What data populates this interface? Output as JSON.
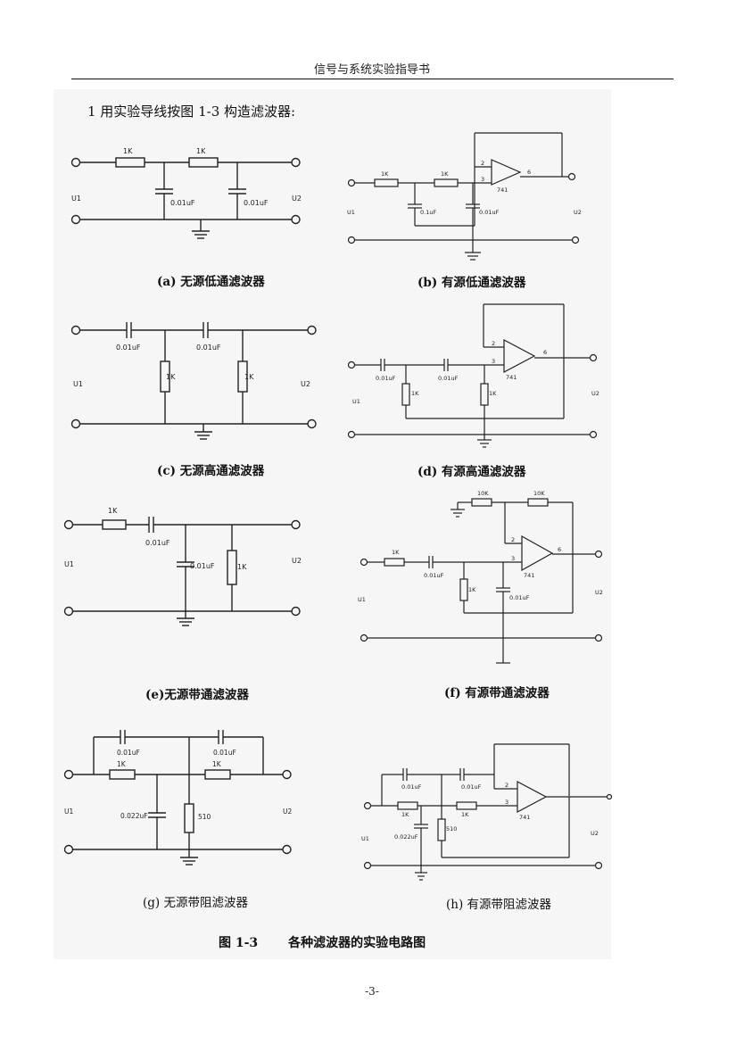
{
  "header": {
    "title": "信号与系统实验指导书"
  },
  "step": {
    "text": "1  用实验导线按图 1-3 构造滤波器:"
  },
  "circuits": {
    "a": {
      "caption": "(a) 无源低通滤波器",
      "r1": "1K",
      "r2": "1K",
      "c1": "0.01uF",
      "c2": "0.01uF",
      "in": "U1",
      "out": "U2"
    },
    "b": {
      "caption": "(b) 有源低通滤波器",
      "r1": "1K",
      "r2": "1K",
      "c1": "0.1uF",
      "c2": "0.01uF",
      "in": "U1",
      "out": "U2",
      "opamp": "741",
      "pin_minus": "2",
      "pin_plus": "3",
      "pin_out": "6"
    },
    "c": {
      "caption": "(c) 无源高通滤波器",
      "c1": "0.01uF",
      "c2": "0.01uF",
      "r1": "1K",
      "r2": "1K",
      "in": "U1",
      "out": "U2"
    },
    "d": {
      "caption": "(d) 有源高通滤波器",
      "c1": "0.01uF",
      "c2": "0.01uF",
      "r1": "1K",
      "r2": "1K",
      "in": "U1",
      "out": "U2",
      "opamp": "741",
      "pin_minus": "2",
      "pin_plus": "3",
      "pin_out": "6"
    },
    "e": {
      "caption": "(e)无源带通滤波器",
      "r1": "1K",
      "c1": "0.01uF",
      "c2": "0.01uF",
      "r2": "1K",
      "in": "U1",
      "out": "U2"
    },
    "f": {
      "caption": "(f) 有源带通滤波器",
      "r_ground": "10K",
      "r_feedback": "10K",
      "r1": "1K",
      "c1": "0.01uF",
      "r2": "1K",
      "c2": "0.01uF",
      "in": "U1",
      "out": "U2",
      "opamp": "741",
      "pin_minus": "2",
      "pin_plus": "3",
      "pin_out": "6"
    },
    "g": {
      "caption": "(g) 无源带阻滤波器",
      "c1": "0.01uF",
      "c2": "0.01uF",
      "r1": "1K",
      "r2": "1K",
      "c3": "0.022uF",
      "r3": "510",
      "in": "U1",
      "out": "U2"
    },
    "h": {
      "caption": "(h) 有源带阻滤波器",
      "c1": "0.01uF",
      "c2": "0.01uF",
      "r1": "1K",
      "r2": "1K",
      "c3": "0.022uF",
      "r3": "510",
      "in": "U1",
      "out": "U2",
      "opamp": "741",
      "pin_minus": "2",
      "pin_plus": "3"
    }
  },
  "figure": {
    "number": "图 1-3",
    "title": "各种滤波器的实验电路图"
  },
  "page": {
    "number": "-3-"
  }
}
